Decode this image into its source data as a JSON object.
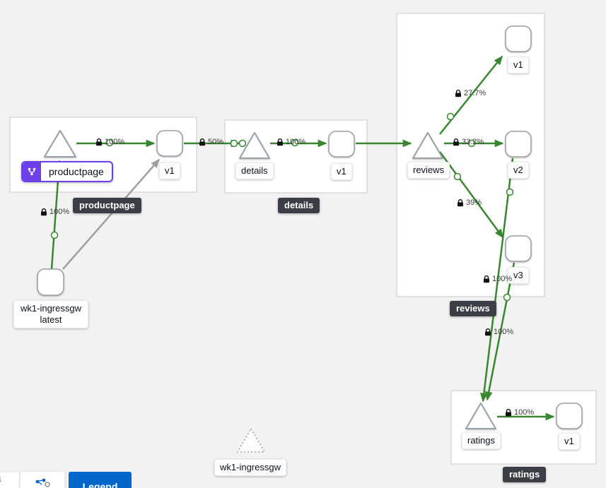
{
  "groups": {
    "productpage": {
      "tooltip": "productpage"
    },
    "details": {
      "tooltip": "details"
    },
    "reviews": {
      "tooltip": "reviews"
    },
    "ratings": {
      "tooltip": "ratings"
    }
  },
  "nodes": {
    "productpage": {
      "label": "productpage"
    },
    "productpage_v1": {
      "label": "v1"
    },
    "ingress_workload": {
      "label": "wk1-ingressgw",
      "version": "latest"
    },
    "details": {
      "label": "details"
    },
    "details_v1": {
      "label": "v1"
    },
    "reviews": {
      "label": "reviews"
    },
    "reviews_v1": {
      "label": "v1"
    },
    "reviews_v2": {
      "label": "v2"
    },
    "reviews_v3": {
      "label": "v3"
    },
    "ratings": {
      "label": "ratings"
    },
    "ratings_v1": {
      "label": "v1"
    },
    "idle_gateway": {
      "label": "wk1-ingressgw"
    }
  },
  "edges": {
    "ingress_to_productpage": {
      "label": "100%"
    },
    "productpage_to_v1": {
      "label": "100%"
    },
    "v1_to_details": {
      "label": "50%"
    },
    "details_to_v1": {
      "label": "100%"
    },
    "reviews_to_v1": {
      "label": "27.7%"
    },
    "reviews_to_v2": {
      "label": "33.2%"
    },
    "reviews_to_v3": {
      "label": "39%"
    },
    "reviews_v2_to_ratings": {
      "label": "100%"
    },
    "reviews_v3_to_ratings": {
      "label": "100%"
    },
    "ratings_to_v1": {
      "label": "100%"
    }
  },
  "toolbar": {
    "legend_label": "Legend",
    "left_partial": "1"
  },
  "colors": {
    "edge_green": "#38862f",
    "edge_idle_gray": "#9d9fa1",
    "selected_purple": "#6d40e8",
    "tooltip_bg": "#3b3e44",
    "primary_blue": "#0066cc"
  }
}
